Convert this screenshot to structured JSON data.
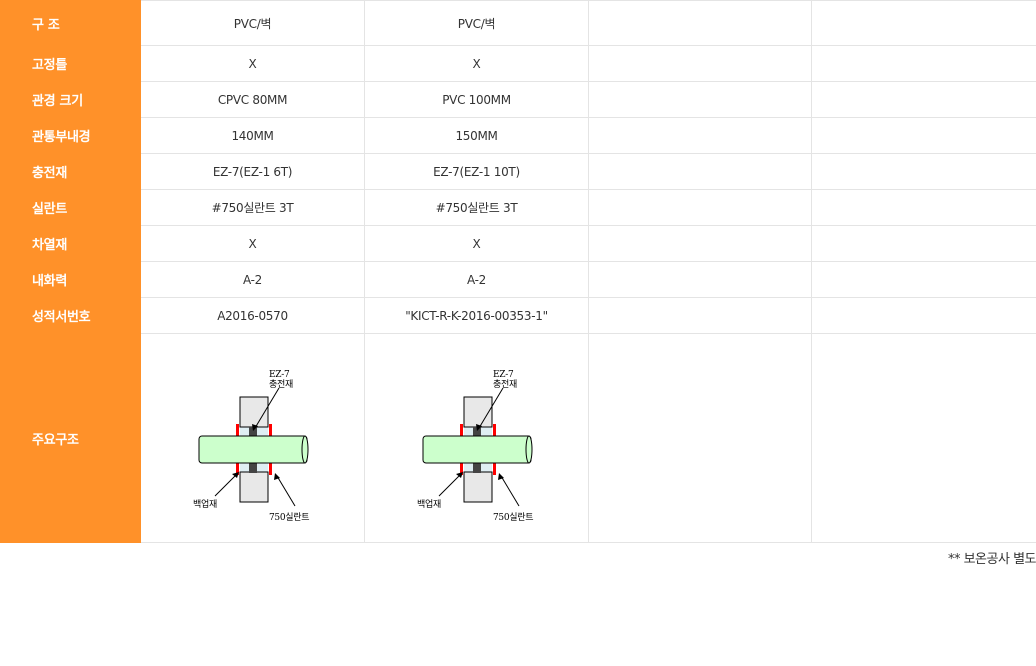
{
  "rows": [
    {
      "label": "구 조",
      "c1": "PVC/벽",
      "c2": "PVC/벽"
    },
    {
      "label": "고정틀",
      "c1": "X",
      "c2": "X"
    },
    {
      "label": "관경 크기",
      "c1": "CPVC 80MM",
      "c2": "PVC 100MM"
    },
    {
      "label": "관통부내경",
      "c1": "140MM",
      "c2": "150MM"
    },
    {
      "label": "충전재",
      "c1": "EZ-7(EZ-1 6T)",
      "c2": "EZ-7(EZ-1 10T)"
    },
    {
      "label": "실란트",
      "c1": "#750실란트 3T",
      "c2": "#750실란트 3T"
    },
    {
      "label": "차열재",
      "c1": "X",
      "c2": "X"
    },
    {
      "label": "내화력",
      "c1": "A-2",
      "c2": "A-2"
    },
    {
      "label": "성적서번호",
      "c1": "A2016-0570",
      "c2": "\"KICT-R-K-2016-00353-1\""
    }
  ],
  "structure": {
    "label": "주요구조",
    "diagram": {
      "filler_name": "EZ-7",
      "filler_label": "충전재",
      "backup_label": "백업재",
      "sealant_label": "750실란트"
    }
  },
  "note": "** 보온공사 별도",
  "colors": {
    "header": "#ff9129",
    "pipe": "#ccffcc",
    "sealant": "#ff0000"
  }
}
